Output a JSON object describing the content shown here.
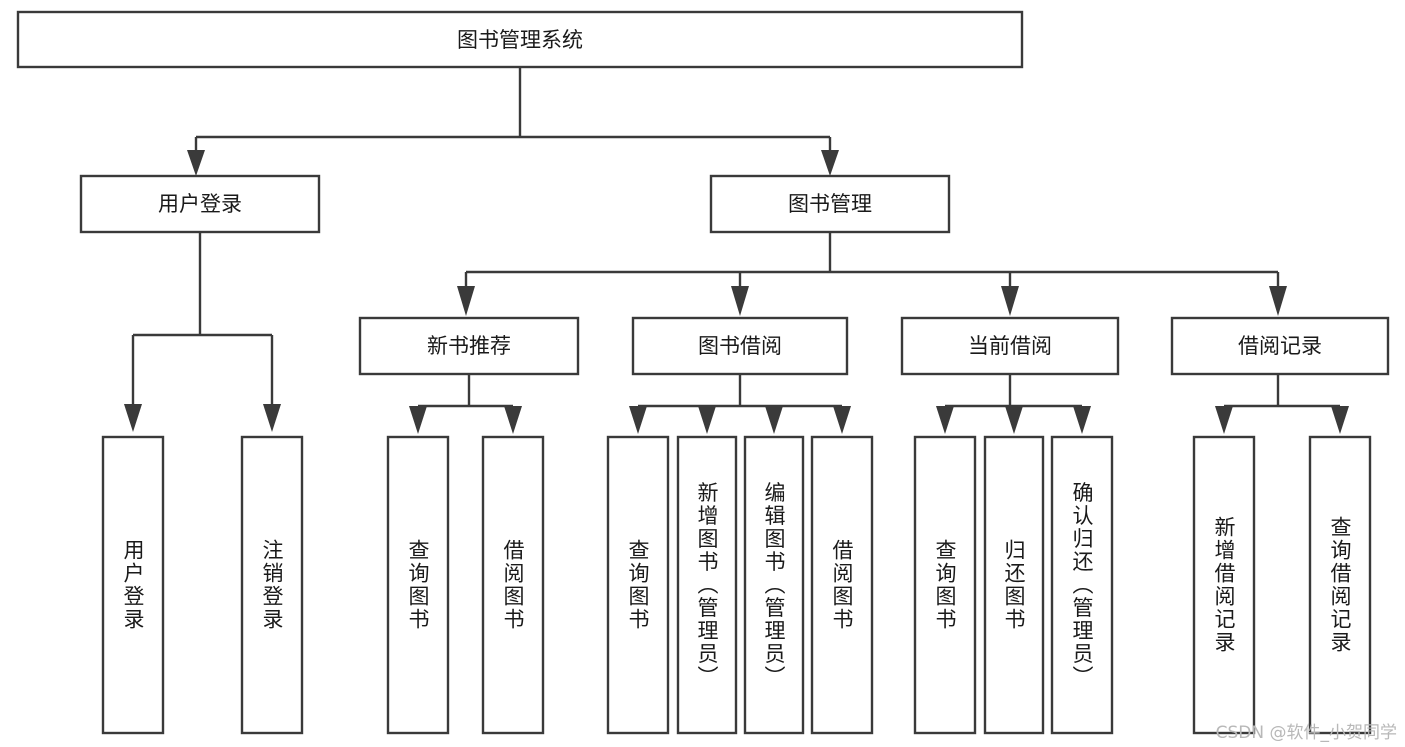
{
  "diagram": {
    "type": "tree-hierarchy",
    "title": "图书管理系统",
    "background_color": "#ffffff",
    "box_stroke_color": "#3a3a3a",
    "box_fill_color": "#ffffff",
    "text_color": "#1a1a1a",
    "root": {
      "label": "图书管理系统",
      "orientation": "horizontal"
    },
    "level2": [
      {
        "label": "用户登录",
        "orientation": "horizontal"
      },
      {
        "label": "图书管理",
        "orientation": "horizontal"
      }
    ],
    "level3": [
      {
        "label": "新书推荐",
        "orientation": "horizontal",
        "parent": "图书管理"
      },
      {
        "label": "图书借阅",
        "orientation": "horizontal",
        "parent": "图书管理"
      },
      {
        "label": "当前借阅",
        "orientation": "horizontal",
        "parent": "图书管理"
      },
      {
        "label": "借阅记录",
        "orientation": "horizontal",
        "parent": "图书管理"
      }
    ],
    "leaves": [
      {
        "label": "用户登录",
        "orientation": "vertical",
        "parent": "用户登录"
      },
      {
        "label": "注销登录",
        "orientation": "vertical",
        "parent": "用户登录"
      },
      {
        "label": "查询图书",
        "orientation": "vertical",
        "parent": "新书推荐"
      },
      {
        "label": "借阅图书",
        "orientation": "vertical",
        "parent": "新书推荐"
      },
      {
        "label": "查询图书",
        "orientation": "vertical",
        "parent": "图书借阅"
      },
      {
        "label": "新增图书（管理员）",
        "orientation": "vertical",
        "parent": "图书借阅"
      },
      {
        "label": "编辑图书（管理员）",
        "orientation": "vertical",
        "parent": "图书借阅"
      },
      {
        "label": "借阅图书",
        "orientation": "vertical",
        "parent": "图书借阅"
      },
      {
        "label": "查询图书",
        "orientation": "vertical",
        "parent": "当前借阅"
      },
      {
        "label": "归还图书",
        "orientation": "vertical",
        "parent": "当前借阅"
      },
      {
        "label": "确认归还（管理员）",
        "orientation": "vertical",
        "parent": "当前借阅"
      },
      {
        "label": "新增借阅记录",
        "orientation": "vertical",
        "parent": "借阅记录"
      },
      {
        "label": "查询借阅记录",
        "orientation": "vertical",
        "parent": "借阅记录"
      }
    ]
  },
  "watermark": {
    "text": "CSDN @软件_小贺同学",
    "color": "#b8b8b8"
  }
}
